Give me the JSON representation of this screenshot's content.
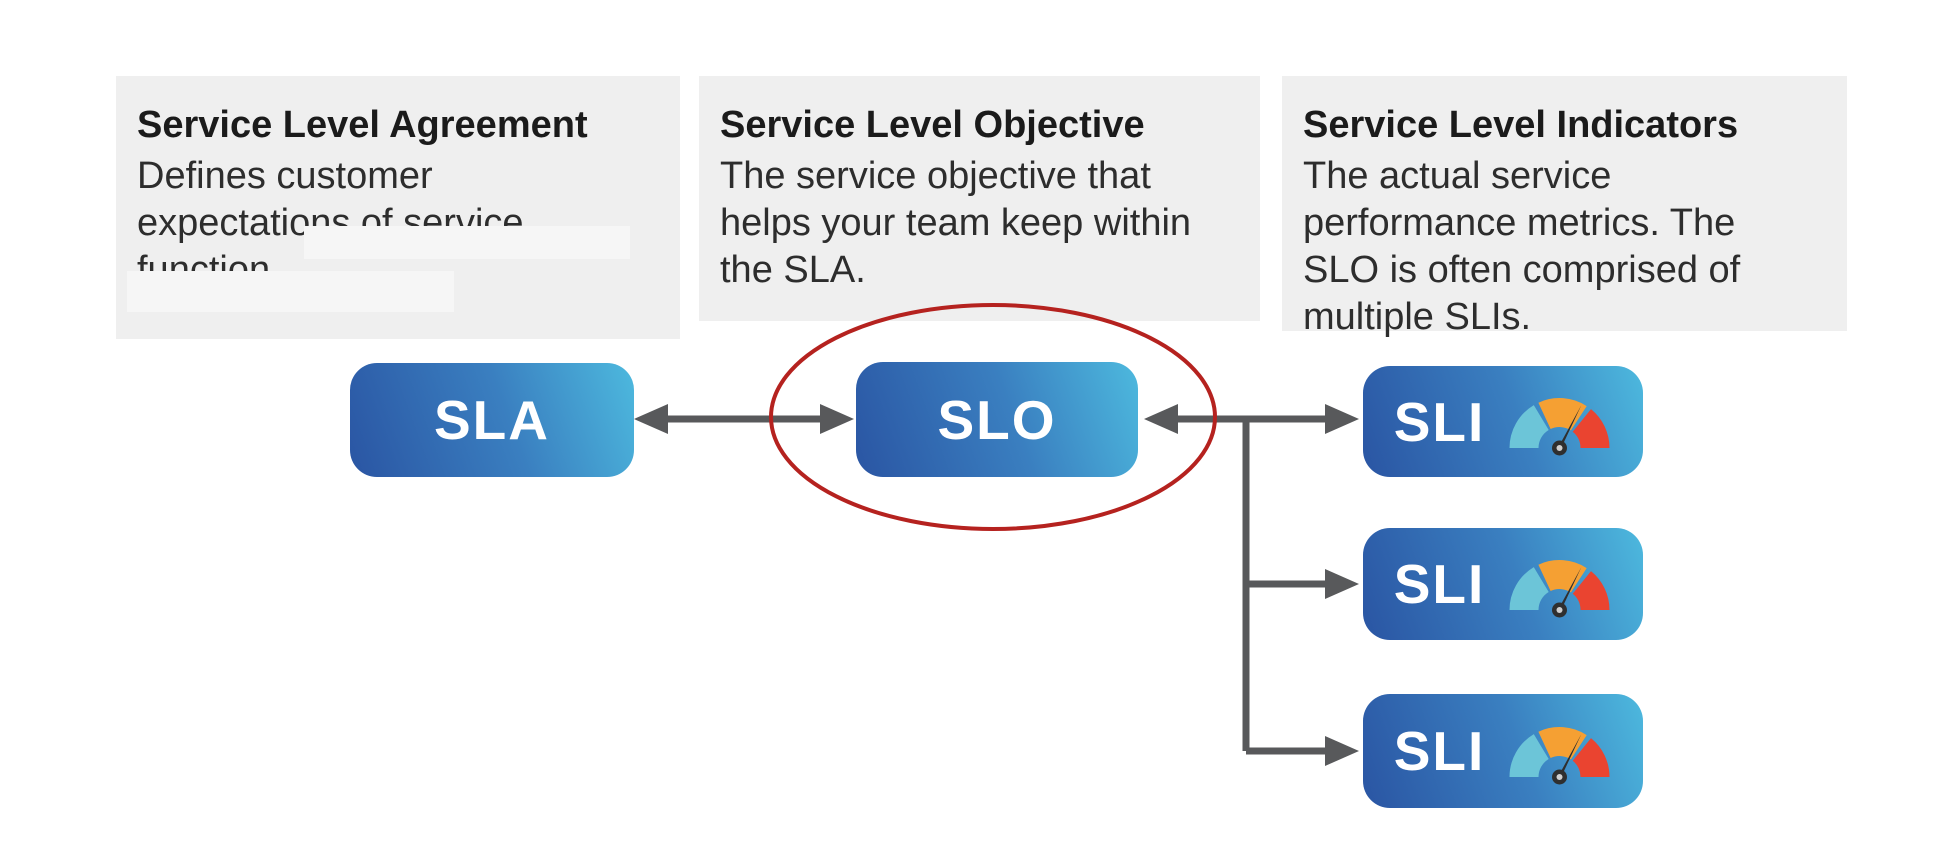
{
  "diagram": {
    "desc_boxes": [
      {
        "id": "sla",
        "title": "Service Level Agreement",
        "body": "Defines customer expectations of service function.",
        "has_redacted_text": true
      },
      {
        "id": "slo",
        "title": "Service Level Objective",
        "body": "The service objective that helps your team keep within the SLA."
      },
      {
        "id": "sli",
        "title": "Service Level Indicators",
        "body": "The actual service performance metrics. The SLO is often comprised of multiple SLIs."
      }
    ],
    "nodes": [
      {
        "id": "sla",
        "label": "SLA"
      },
      {
        "id": "slo",
        "label": "SLO",
        "highlighted": true
      },
      {
        "id": "sli-1",
        "label": "SLI",
        "icon": "gauge-icon"
      },
      {
        "id": "sli-2",
        "label": "SLI",
        "icon": "gauge-icon"
      },
      {
        "id": "sli-3",
        "label": "SLI",
        "icon": "gauge-icon"
      }
    ],
    "highlight": {
      "shape": "ellipse",
      "target": "SLO"
    },
    "colors": {
      "node_gradient_start": "#2a55a3",
      "node_gradient_end": "#4db9de",
      "desc_box_bg": "#efefef",
      "arrow": "#58595b",
      "highlight_ellipse": "#b5221f",
      "gauge_teal": "#6cc5d8",
      "gauge_orange": "#f5a033",
      "gauge_red": "#ea4430",
      "gauge_needle": "#2f2f2f",
      "gauge_hub_center": "#cfcfcf",
      "node_text": "#ffffff"
    }
  }
}
